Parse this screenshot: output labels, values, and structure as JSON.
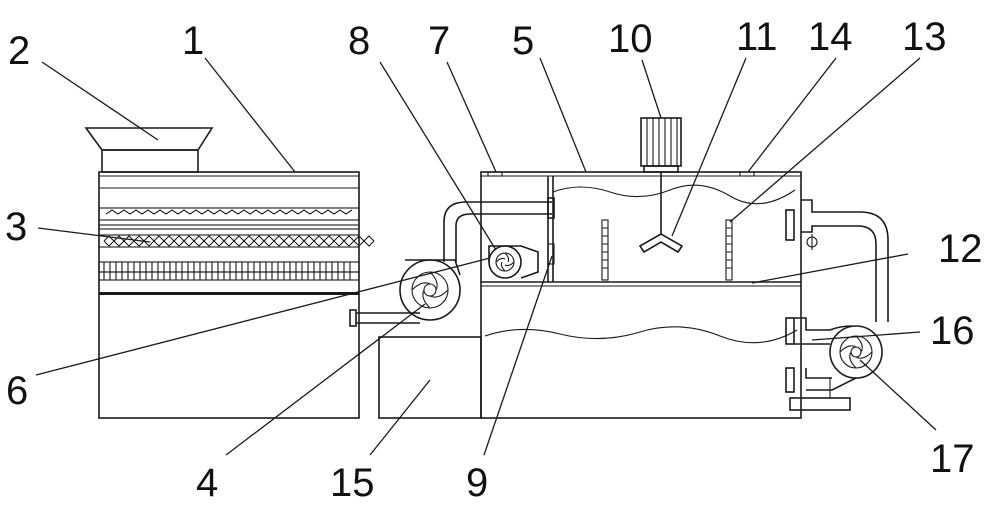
{
  "diagram": {
    "labels": [
      {
        "id": "1",
        "text": "1"
      },
      {
        "id": "2",
        "text": "2"
      },
      {
        "id": "3",
        "text": "3"
      },
      {
        "id": "4",
        "text": "4"
      },
      {
        "id": "5",
        "text": "5"
      },
      {
        "id": "6",
        "text": "6"
      },
      {
        "id": "7",
        "text": "7"
      },
      {
        "id": "8",
        "text": "8"
      },
      {
        "id": "9",
        "text": "9"
      },
      {
        "id": "10",
        "text": "10"
      },
      {
        "id": "11",
        "text": "11"
      },
      {
        "id": "12",
        "text": "12"
      },
      {
        "id": "13",
        "text": "13"
      },
      {
        "id": "14",
        "text": "14"
      },
      {
        "id": "15",
        "text": "15"
      },
      {
        "id": "16",
        "text": "16"
      },
      {
        "id": "17",
        "text": "17"
      }
    ],
    "colors": {
      "line": "#1a1a1a",
      "background": "#ffffff"
    }
  }
}
